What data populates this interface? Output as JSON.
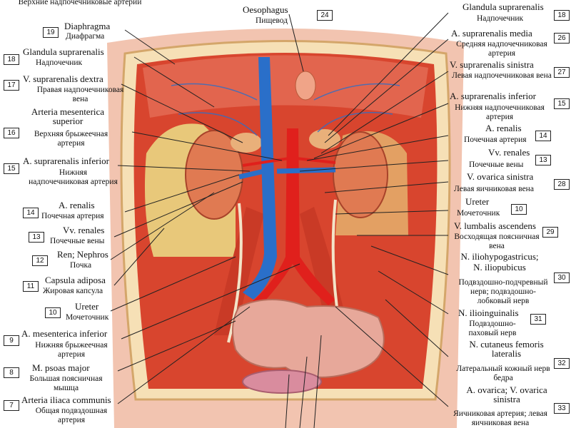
{
  "left_labels": [
    {
      "num": "",
      "latin": "",
      "russian": "Верхние надпочечниковые артерии"
    },
    {
      "num": "19",
      "latin": "Diaphragma",
      "russian": "Диафрагма"
    },
    {
      "num": "18",
      "latin": "Glandula suprarenalis",
      "russian": "Надпочечник"
    },
    {
      "num": "17",
      "latin": "V. suprarenalis dextra",
      "russian": "Правая надпочечниковая вена"
    },
    {
      "num": "16",
      "latin": "Arteria mesenterica superior",
      "russian": "Верхняя брыжеечная артерия"
    },
    {
      "num": "15",
      "latin": "A. suprarenalis inferior",
      "russian": "Нижняя надпочечниковая артерия"
    },
    {
      "num": "14",
      "latin": "A. renalis",
      "russian": "Почечная артерия"
    },
    {
      "num": "13",
      "latin": "Vv. renales",
      "russian": "Почечные вены"
    },
    {
      "num": "12",
      "latin": "Ren; Nephros",
      "russian": "Почка"
    },
    {
      "num": "11",
      "latin": "Capsula adiposa",
      "russian": "Жировая капсула"
    },
    {
      "num": "10",
      "latin": "Ureter",
      "russian": "Мочеточник"
    },
    {
      "num": "9",
      "latin": "A. mesenterica inferior",
      "russian": "Нижняя брыжеечная артерия"
    },
    {
      "num": "8",
      "latin": "M. psoas major",
      "russian": "Большая поясничная мышца"
    },
    {
      "num": "7",
      "latin": "Arteria iliaca communis",
      "russian": "Общая подвздошная артерия"
    }
  ],
  "top_labels": [
    {
      "num": "24",
      "latin": "Oesophagus",
      "russian": "Пищевод"
    }
  ],
  "right_labels": [
    {
      "num": "18",
      "latin": "Glandula suprarenalis",
      "russian": "Надпочечник"
    },
    {
      "num": "26",
      "latin": "A. suprarenalis media",
      "russian": "Средняя надпочечниковая артерия"
    },
    {
      "num": "27",
      "latin": "V. suprarenalis sinistra",
      "russian": "Левая надпочечниковая вена"
    },
    {
      "num": "15",
      "latin": "A. suprarenalis inferior",
      "russian": "Нижняя надпочечниковая артерия"
    },
    {
      "num": "14",
      "latin": "A. renalis",
      "russian": "Почечная артерия"
    },
    {
      "num": "13",
      "latin": "Vv. renales",
      "russian": "Почечные вены"
    },
    {
      "num": "28",
      "latin": "V. ovarica sinistra",
      "russian": "Левая яичниковая вена"
    },
    {
      "num": "10",
      "latin": "Ureter",
      "russian": "Мочеточник"
    },
    {
      "num": "29",
      "latin": "V. lumbalis ascendens",
      "russian": "Восходящая поясничная вена"
    },
    {
      "num": "30",
      "latin": "N. iliohypogastricus; N. iliopubicus",
      "russian": "Подвздошно-подчревный нерв; подвздошно-лобковый нерв"
    },
    {
      "num": "31",
      "latin": "N. ilioinguinalis",
      "russian": "Подвздошно-паховый нерв"
    },
    {
      "num": "32",
      "latin": "N. cutaneus femoris lateralis",
      "russian": "Латеральный кожный нерв бедра"
    },
    {
      "num": "33",
      "latin": "A. ovarica; V. ovarica sinistra",
      "russian": "Яичниковая артерия; левая яичниковая вена"
    }
  ],
  "colors": {
    "skin": "#f2c4b0",
    "muscle": "#d8452e",
    "artery": "#e0201c",
    "vein": "#2a6fc9",
    "kidney": "#e07a52",
    "fat": "#e8c87a",
    "intestine": "#e7a89a",
    "line": "#222222"
  }
}
